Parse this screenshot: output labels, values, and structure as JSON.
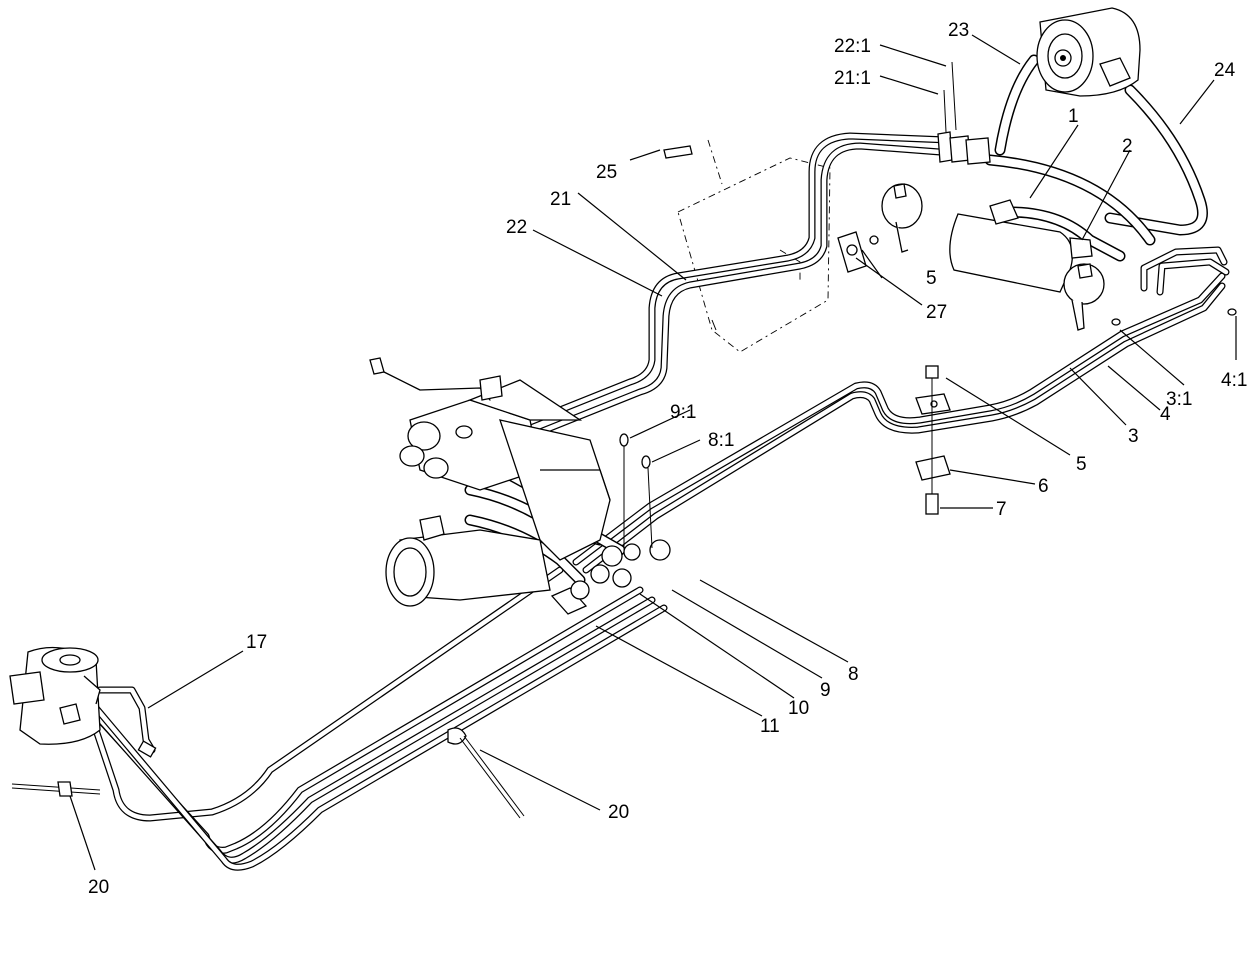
{
  "callouts": {
    "c1": "1",
    "c2": "2",
    "c3": "3",
    "c4": "4",
    "c5a": "5",
    "c5b": "5",
    "c6": "6",
    "c7": "7",
    "c8": "8",
    "c9": "9",
    "c10": "10",
    "c11": "11",
    "c17": "17",
    "c20a": "20",
    "c20b": "20",
    "c21": "21",
    "c22": "22",
    "c23": "23",
    "c24": "24",
    "c25": "25",
    "c27": "27",
    "c3_1": "3:1",
    "c4_1": "4:1",
    "c8_1": "8:1",
    "c9_1": "9:1",
    "c21_1": "21:1",
    "c22_1": "22:1"
  }
}
